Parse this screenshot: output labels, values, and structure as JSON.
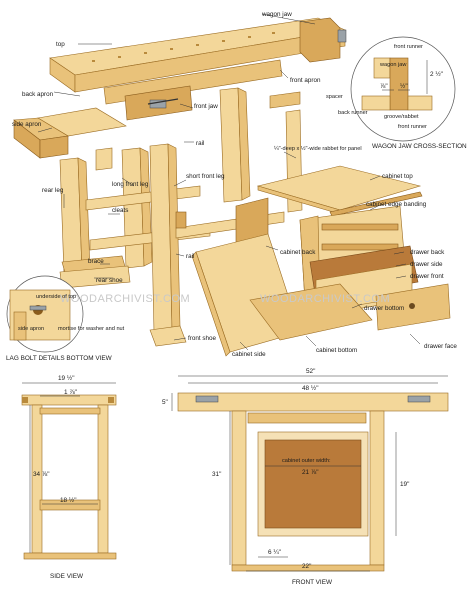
{
  "watermark": "WOODARCHIVIST.COM",
  "labels": {
    "top": "top",
    "wagon_jaw": "wagon jaw",
    "back_apron": "back apron",
    "front_apron": "front apron",
    "front_jaw": "front jaw",
    "side_apron": "side apron",
    "rail": "rail",
    "long_front_leg": "long front leg",
    "short_front_leg": "short front leg",
    "rear_leg": "rear leg",
    "cleats": "cleats",
    "brace": "brace",
    "rear_shoe": "rear shoe",
    "rail2": "rail",
    "front_shoe": "front shoe",
    "underside_of_top": "underside of top",
    "side_apron2": "side apron",
    "mortise": "mortise for washer and nut",
    "front_runner": "front runner",
    "wagon_jaw2": "wagon jaw",
    "spacer": "spacer",
    "back_runner": "back runner",
    "groove_rabbet": "groove/rabbet",
    "front_runner2": "front runner",
    "rabbet_note": "¼\"-deep x ½\"-wide rabbet for panel",
    "cabinet_top": "cabinet top",
    "cabinet_edge_banding": "cabinet edge banding",
    "cabinet_back": "cabinet back",
    "drawer_back": "drawer back",
    "drawer_side": "drawer side",
    "drawer_front": "drawer front",
    "drawer_bottom": "drawer bottom",
    "drawer_face": "drawer face",
    "cabinet_side": "cabinet side",
    "cabinet_bottom": "cabinet bottom",
    "cabinet_outer_width": "cabinet outer width:"
  },
  "captions": {
    "wagon_jaw_section": "WAGON JAW CROSS-SECTION",
    "lag_bolt": "LAG BOLT DETAILS BOTTOM VIEW",
    "side_view": "SIDE VIEW",
    "front_view": "FRONT VIEW"
  },
  "dims": {
    "wj_height": "2 ½\"",
    "wj_a": "⅞\"",
    "wj_b": "½\"",
    "side_width": "19 ½\"",
    "side_top": "1 ⅞\"",
    "side_height": "34 ⅞\"",
    "side_base": "18 ½\"",
    "front_overall": "52\"",
    "front_inner": "48 ½\"",
    "front_apron": "5\"",
    "front_height": "31\"",
    "cabinet_height": "19\"",
    "cabinet_width": "21 ⅞\"",
    "leg_gap": "6 ¼\"",
    "cabinet_span": "22\""
  }
}
